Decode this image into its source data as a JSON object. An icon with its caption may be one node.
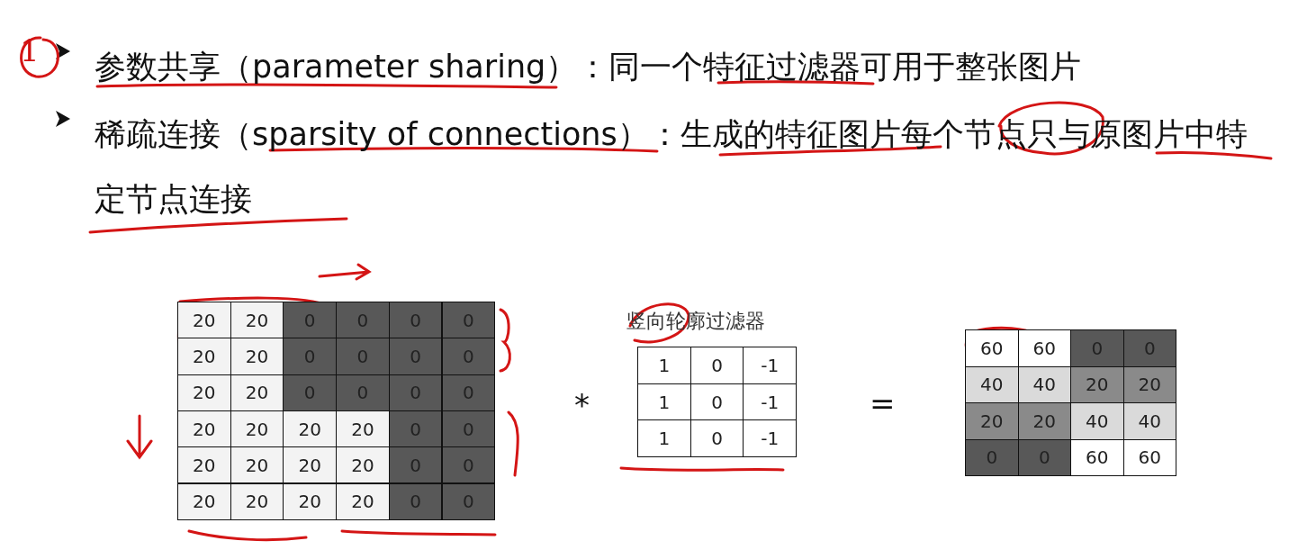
{
  "diagram": {
    "labels": [
      "1",
      "参数共享（parameter sharing）：同一个特征过滤器可用于整张图片",
      "稀疏连接（sparsity  of  connections）：生成的特征图片每个节点只与原图片中特定节点连接",
      "20",
      "20",
      "0",
      "0",
      "0",
      "0",
      "20",
      "20",
      "0",
      "0",
      "0",
      "0",
      "20",
      "20",
      "0",
      "0",
      "0",
      "0",
      "20",
      "20",
      "20",
      "20",
      "0",
      "0",
      "20",
      "20",
      "20",
      "20",
      "0",
      "0",
      "20",
      "20",
      "20",
      "20",
      "0",
      "0",
      "*",
      "竖向轮廓过滤器",
      "1",
      "0",
      "-1",
      "1",
      "0",
      "-1",
      "1",
      "0",
      "-1",
      "=",
      "60",
      "60",
      "0",
      "0",
      "40",
      "40",
      "20",
      "20",
      "20",
      "20",
      "40",
      "40",
      "0",
      "0",
      "60",
      "60"
    ]
  }
}
